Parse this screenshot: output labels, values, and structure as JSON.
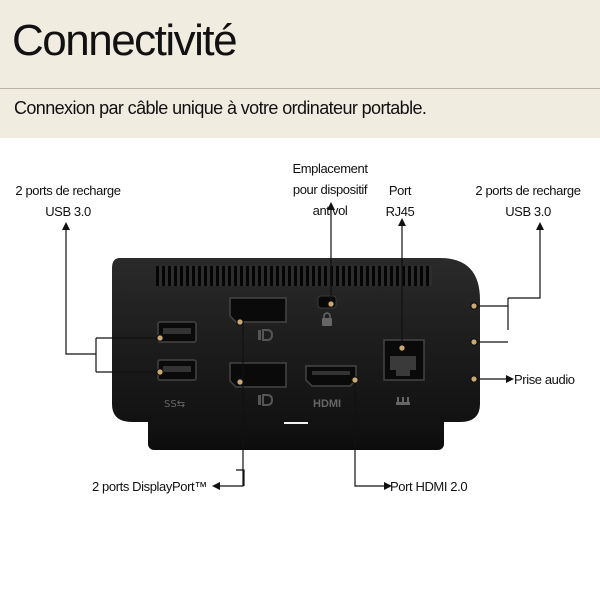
{
  "header": {
    "title": "Connectivité",
    "subtitle": "Connexion par câble unique à votre ordinateur portable."
  },
  "callouts": {
    "usb_left": "2 ports de recharge\nUSB 3.0",
    "lock_slot": "Emplacement\npour dispositif\nantivol",
    "rj45": "Port\nRJ45",
    "usb_right": "2 ports de recharge\nUSB 3.0",
    "audio": "Prise audio",
    "displayport": "2 ports DisplayPort™",
    "hdmi": "Port HDMI 2.0"
  },
  "port_icons": {
    "usb_logo": "SS⇆",
    "hdmi_logo": "HDMI"
  },
  "colors": {
    "header_bg": "#f1ece0",
    "device_body": "#1b1b1b",
    "accent_dot": "#c8a873"
  }
}
